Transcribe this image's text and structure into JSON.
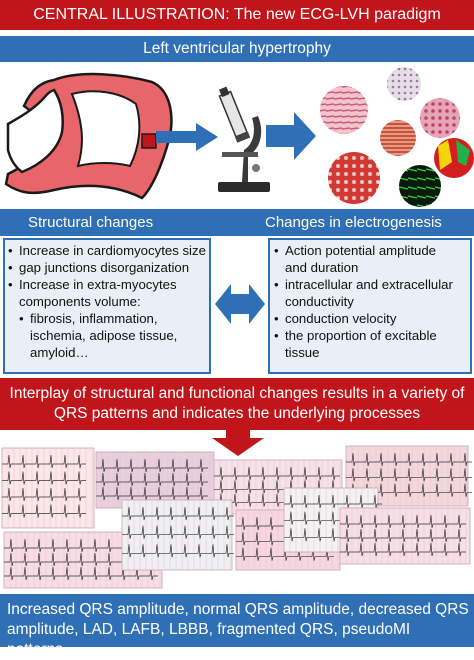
{
  "title": "CENTRAL ILLUSTRATION: The new ECG-LVH paradigm",
  "lvh_label": "Left ventricular hypertrophy",
  "columns": {
    "left": "Structural changes",
    "right": "Changes in electrogenesis"
  },
  "structural_list": [
    {
      "text": "Increase in cardiomyocytes size",
      "level": 1
    },
    {
      "text": "gap junctions disorganization",
      "level": 1
    },
    {
      "text": "Increase in extra-myocytes",
      "level": 1,
      "cont": "components volume:"
    },
    {
      "text": "fibrosis, inflammation,",
      "level": 2,
      "cont": "ischemia, adipose tissue,",
      "cont2": "amyloid…"
    }
  ],
  "electrogenesis_list": [
    {
      "text": "Action potential amplitude",
      "cont": "and duration"
    },
    {
      "text": "intracellular and extracellular",
      "cont": "conductivity"
    },
    {
      "text": "conduction velocity"
    },
    {
      "text": "the proportion of excitable",
      "cont": "tissue"
    }
  ],
  "interplay": {
    "line1": "Interplay of structural and functional changes results in a variety of",
    "line2": "QRS patterns and indicates the underlying processes"
  },
  "bottom": {
    "line1": "Increased QRS amplitude, normal QRS amplitude, decreased QRS",
    "line2": "amplitude, LAD, LAFB, LBBB, fragmented QRS, pseudoMI patterns…"
  },
  "colors": {
    "red": "#c0161b",
    "blue": "#2f6fb5",
    "box_fill": "#e9eef7",
    "heart": "#e8656a"
  },
  "icons": [
    "heart-section-icon",
    "microscope-icon",
    "histology-images-icon",
    "double-arrow-icon",
    "down-arrow-icon",
    "ecg-strips-icon"
  ]
}
